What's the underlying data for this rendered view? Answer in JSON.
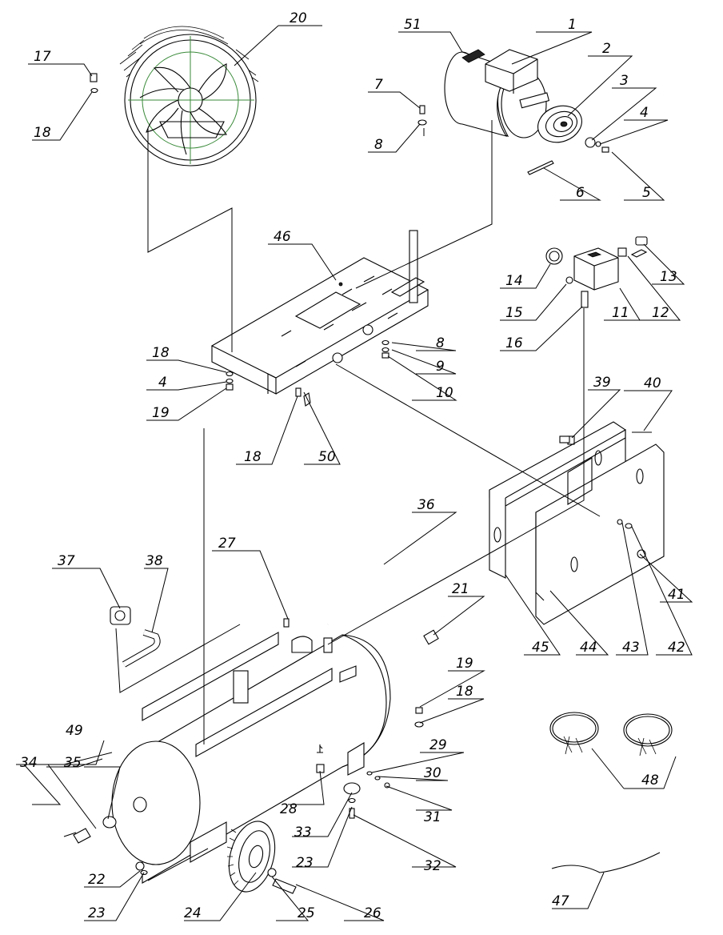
{
  "colors": {
    "line": "#000000",
    "background": "#ffffff",
    "construction": "#3a8a3a"
  },
  "callouts": {
    "c1": "1",
    "c2": "2",
    "c3": "3",
    "c4": "4",
    "c5": "5",
    "c6": "6",
    "c7": "7",
    "c8": "8",
    "c9": "9",
    "c10": "10",
    "c11": "11",
    "c12": "12",
    "c13": "13",
    "c14": "14",
    "c15": "15",
    "c16": "16",
    "c17": "17",
    "c18": "18",
    "c19": "19",
    "c20": "20",
    "c21": "21",
    "c22": "22",
    "c23": "23",
    "c24": "24",
    "c25": "25",
    "c26": "26",
    "c27": "27",
    "c28": "28",
    "c29": "29",
    "c30": "30",
    "c31": "31",
    "c32": "32",
    "c33": "33",
    "c34": "34",
    "c35": "35",
    "c36": "36",
    "c37": "37",
    "c38": "38",
    "c39": "39",
    "c40": "40",
    "c41": "41",
    "c42": "42",
    "c43": "43",
    "c44": "44",
    "c45": "45",
    "c46": "46",
    "c47": "47",
    "c48": "48",
    "c49": "49",
    "c50": "50",
    "c51": "51"
  }
}
